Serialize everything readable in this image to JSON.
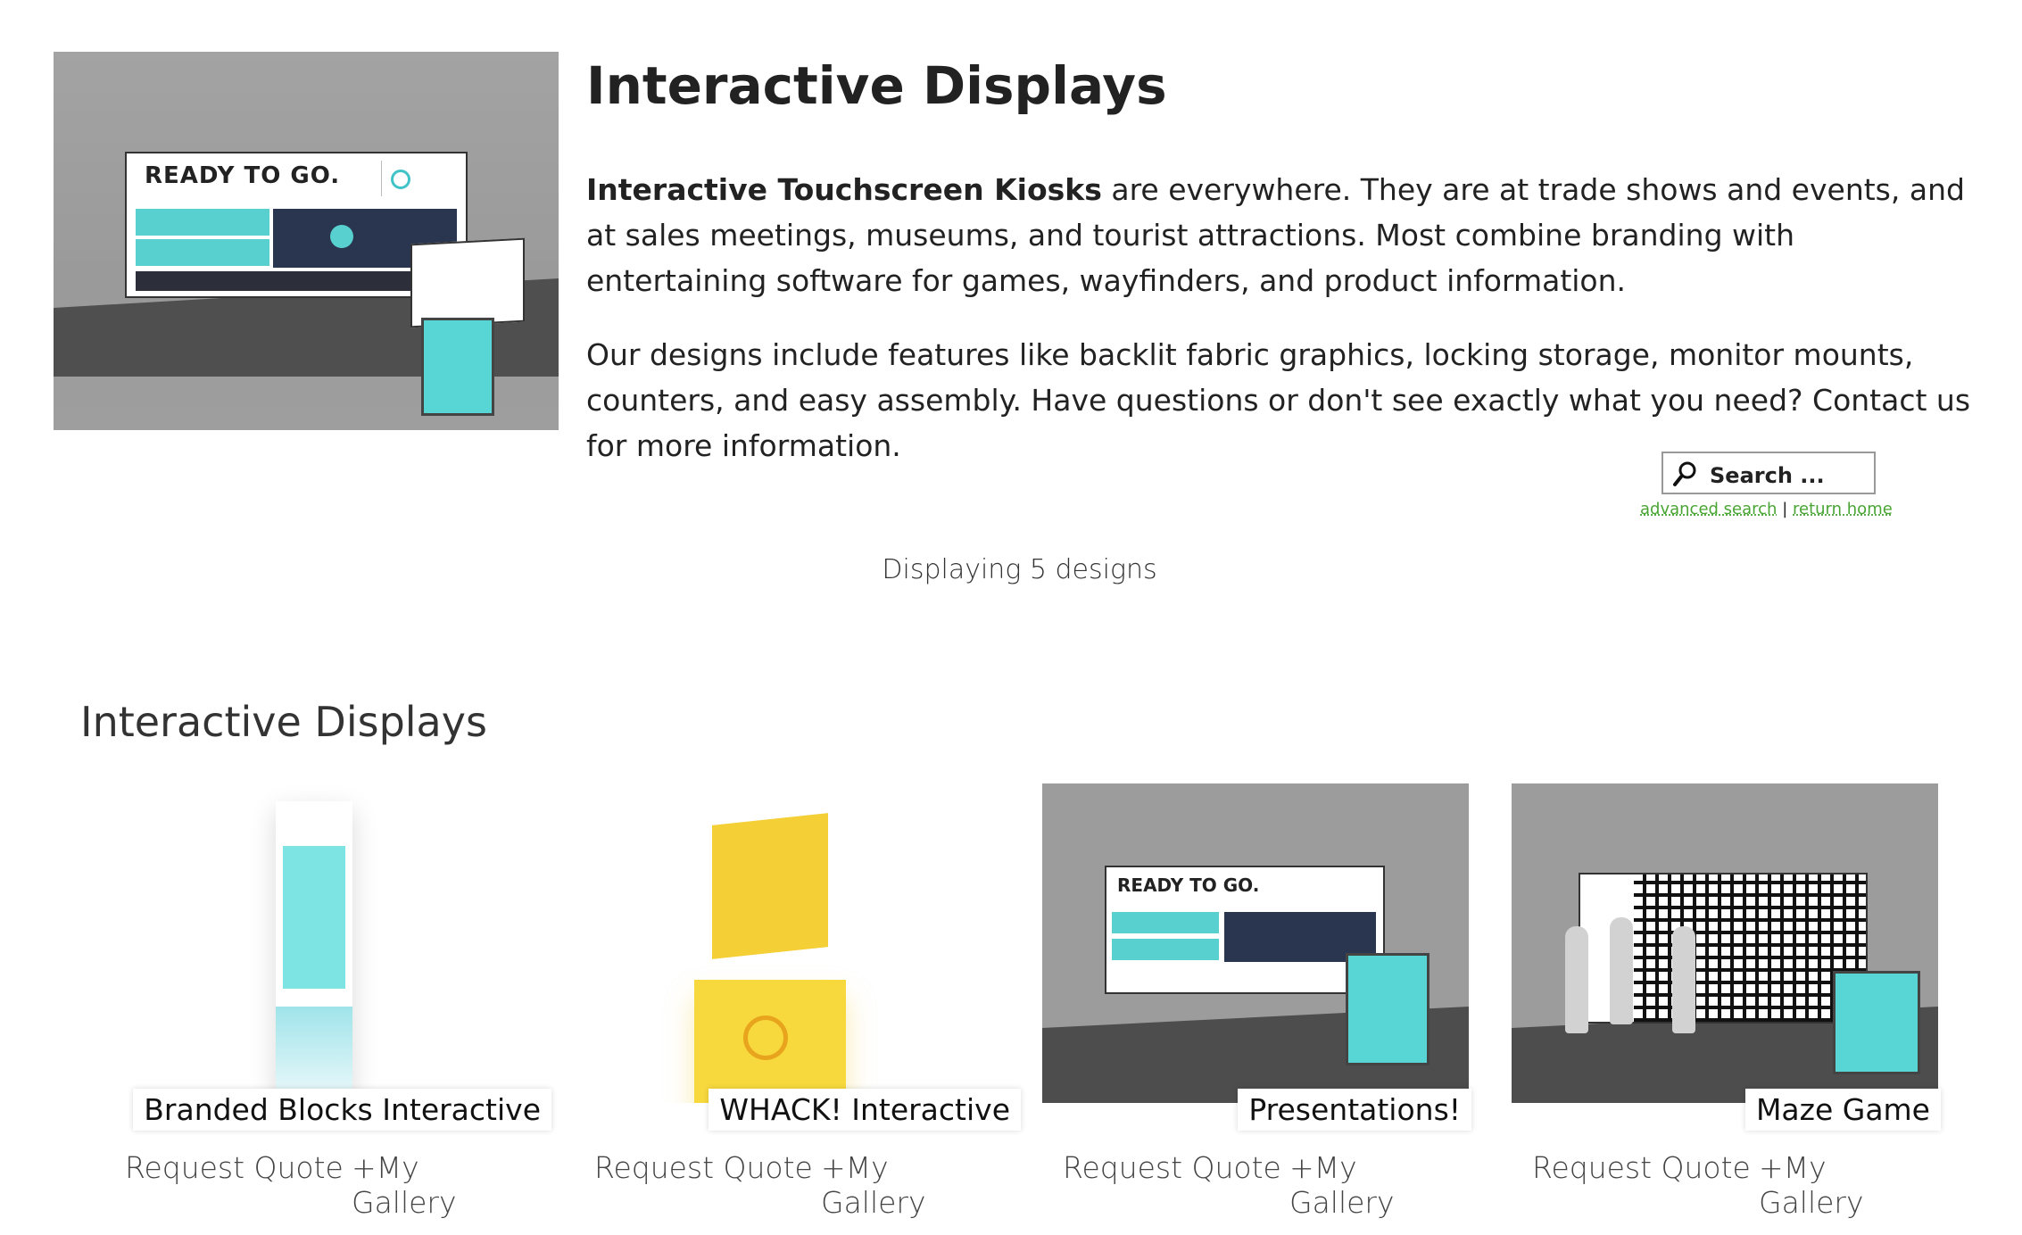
{
  "hero": {
    "image_alt": "Interactive display booth rendering",
    "wall_text": "READY TO GO.",
    "title": "Interactive Displays",
    "p1_bold": "Interactive Touchscreen Kiosks",
    "p1_rest": " are everywhere. They are at trade shows and events, and at sales meetings, museums, and tourist attractions. Most combine branding with entertaining software for games, wayfinders, and product information.",
    "p2": "Our designs include features like backlit fabric graphics, locking storage, monitor mounts, counters, and easy assembly. Have questions or don't see exactly what you need? Contact us for more information."
  },
  "search": {
    "placeholder": "Search ...",
    "advanced": "advanced search",
    "separator": "|",
    "home": "return home"
  },
  "count_text": "Displaying 5 designs",
  "section_title": "Interactive Displays",
  "cards": [
    {
      "caption": "Branded Blocks Interactive",
      "request": "Request Quote",
      "gallery": "+My Gallery"
    },
    {
      "caption": "WHACK! Interactive",
      "request": "Request Quote",
      "gallery": "+My Gallery"
    },
    {
      "caption": "Presentations!",
      "request": "Request Quote",
      "gallery": "+My Gallery",
      "wall_text": "READY TO GO."
    },
    {
      "caption": "Maze Game",
      "request": "Request Quote",
      "gallery": "+My Gallery"
    }
  ],
  "colors": {
    "accent_teal": "#58d0cf",
    "link_green": "#49a533",
    "kiosk_yellow": "#f7d83d"
  }
}
